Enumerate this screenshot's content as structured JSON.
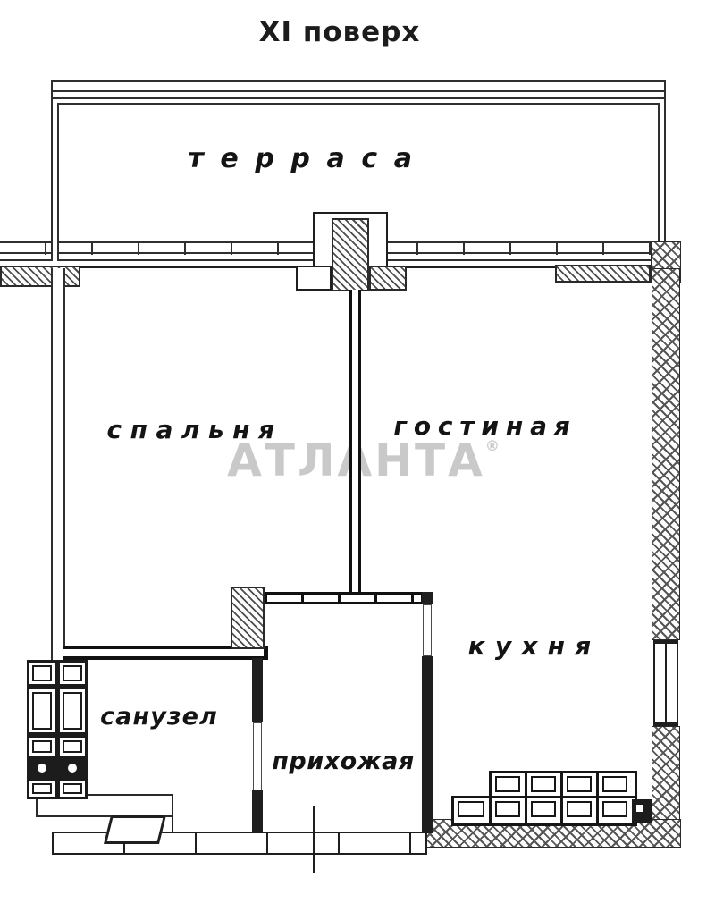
{
  "title": "XI поверх",
  "watermark": {
    "text": "АТЛАНТА",
    "mark": "®"
  },
  "rooms": {
    "terrace": "терраса",
    "bedroom": "спальня",
    "living_room": "гостиная",
    "kitchen": "кухня",
    "bathroom": "санузел",
    "hallway": "прихожая"
  },
  "colors": {
    "line": "#1f1f1f",
    "hatch": "#4d4d4d",
    "watermark": "#c9c9c9"
  }
}
